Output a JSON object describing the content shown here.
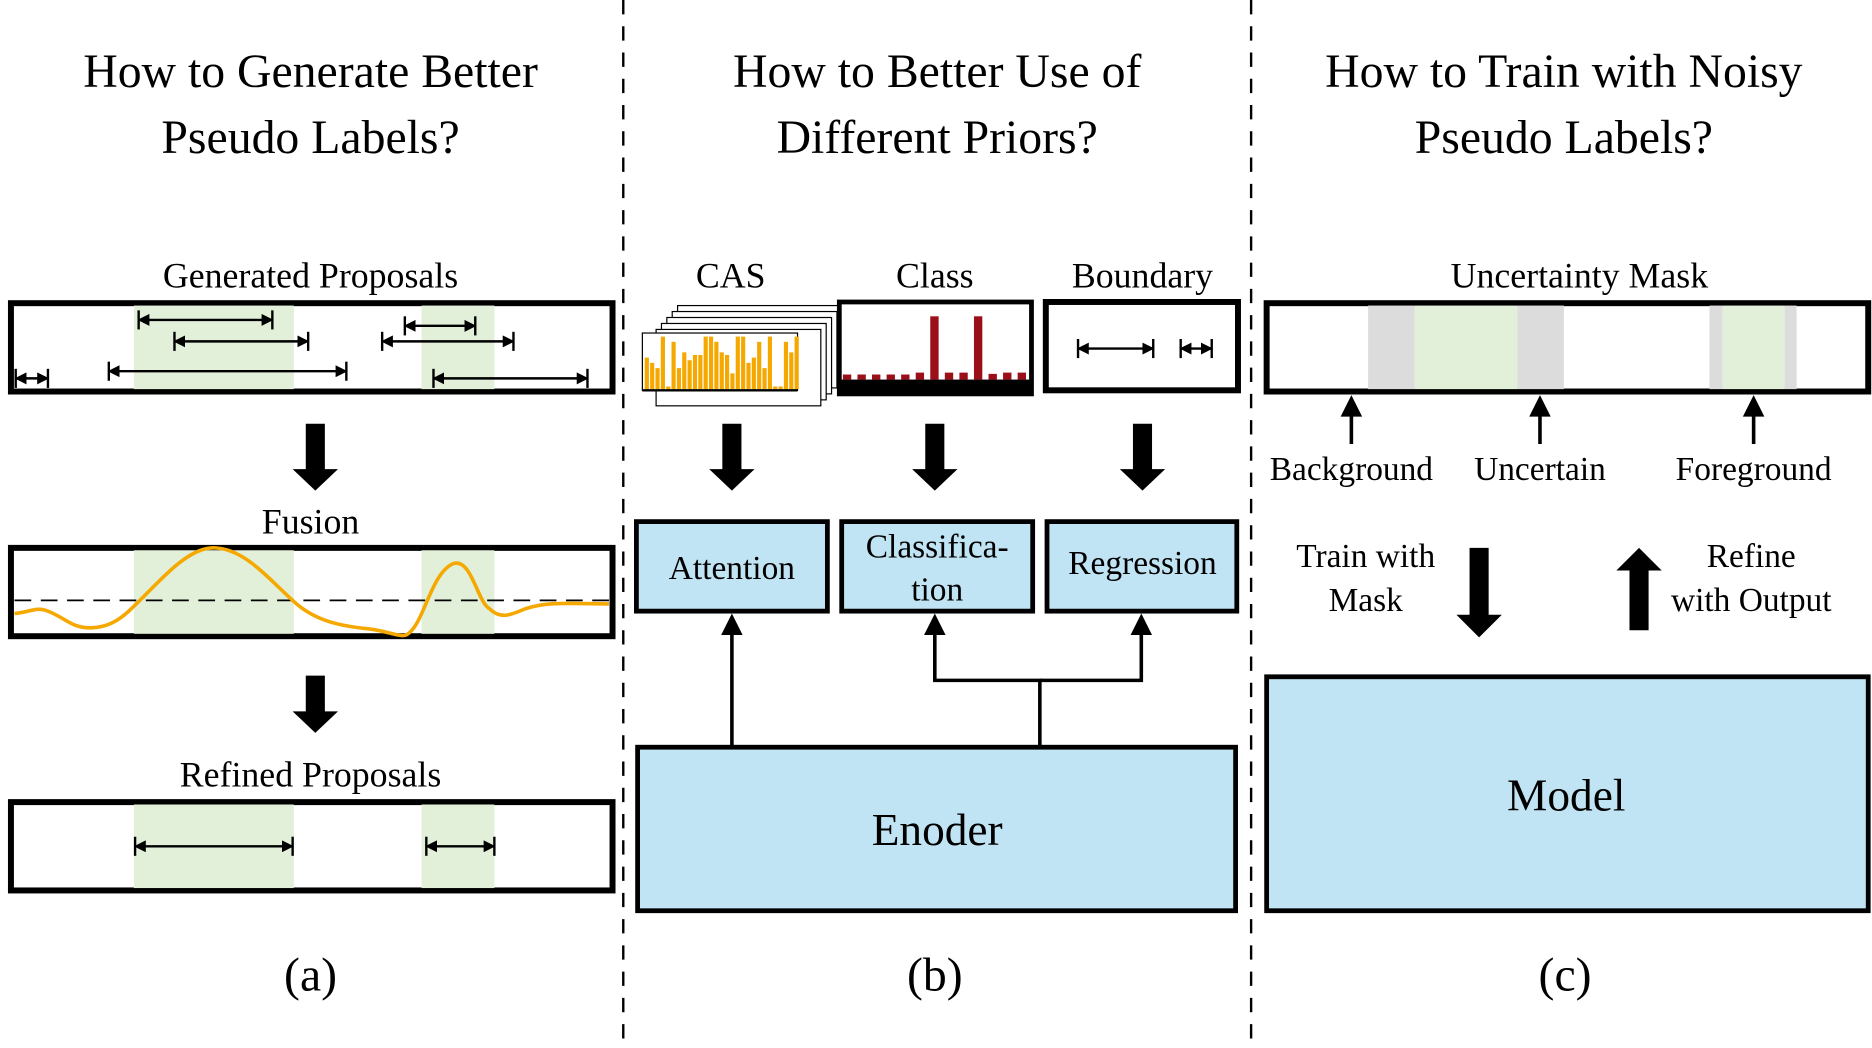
{
  "panels": {
    "a": {
      "title_line1": "How to Generate Better",
      "title_line2": "Pseudo Labels?",
      "generated_label": "Generated Proposals",
      "fusion_label": "Fusion",
      "refined_label": "Refined Proposals",
      "caption": "(a)"
    },
    "b": {
      "title_line1": "How to Better Use of",
      "title_line2": "Different Priors?",
      "cas_label": "CAS",
      "class_label": "Class",
      "boundary_label": "Boundary",
      "attention_label": "Attention",
      "classification_line1": "Classifica-",
      "classification_line2": "tion",
      "regression_label": "Regression",
      "encoder_label": "Enoder",
      "caption": "(b)"
    },
    "c": {
      "title_line1": "How to Train with Noisy",
      "title_line2": "Pseudo Labels?",
      "mask_label": "Uncertainty Mask",
      "background_label": "Background",
      "uncertain_label": "Uncertain",
      "foreground_label": "Foreground",
      "train_line1": "Train with",
      "train_line2": "Mask",
      "refine_line1": "Refine",
      "refine_line2": "with Output",
      "model_label": "Model",
      "caption": "(c)"
    }
  },
  "colors": {
    "highlight_green": "#e2f0d9",
    "uncertain_gray": "#dcdcdc",
    "module_blue": "#c0e4f3",
    "cas_orange": "#f5a800",
    "class_red": "#9b1018",
    "curve_orange": "#f5a800"
  }
}
